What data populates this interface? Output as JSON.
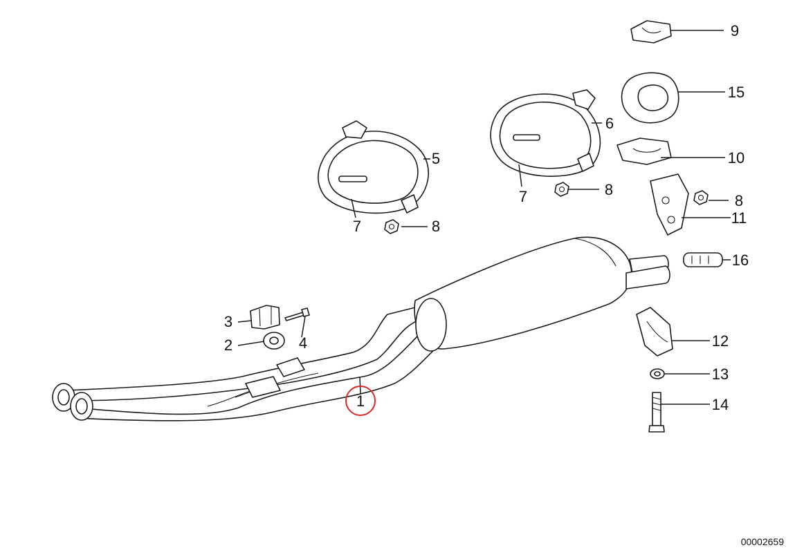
{
  "callouts": [
    "1",
    "2",
    "3",
    "4",
    "5",
    "6",
    "7",
    "8",
    "9",
    "10",
    "11",
    "12",
    "13",
    "14",
    "15",
    "16"
  ],
  "highlight": {
    "label": "1",
    "color": "#d42a2a"
  },
  "reference_number": "00002659"
}
